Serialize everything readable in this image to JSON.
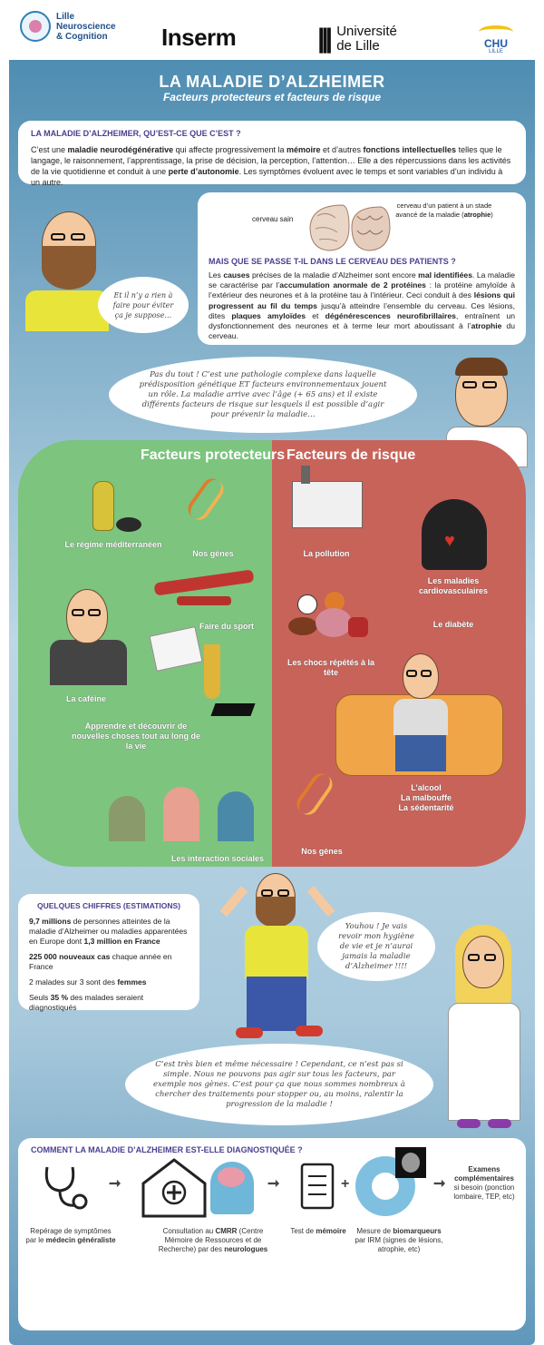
{
  "logos": {
    "lille_line1": "Lille",
    "lille_line2": "Neuroscience",
    "lille_line3": "& Cognition",
    "inserm": "Inserm",
    "ul_line1": "Université",
    "ul_line2": "de Lille",
    "chu": "CHU",
    "chu_sub": "LILLE"
  },
  "title": "LA MALADIE D’ALZHEIMER",
  "subtitle": "Facteurs protecteurs et facteurs de risque",
  "intro": {
    "heading": "LA MALADIE D’ALZHEIMER, QU’EST-CE QUE C’EST ?",
    "text_a": "C’est une ",
    "b1": "maladie neurodégénérative",
    "text_b": " qui affecte progressivement la ",
    "b2": "mémoire",
    "text_c": " et d’autres ",
    "b3": "fonctions intellectuelles",
    "text_d": " telles que le langage, le raisonnement, l’apprentissage, la prise de décision, la perception, l’attention… Elle a des répercussions dans les activités de la vie quotidienne et conduit à une ",
    "b4": "perte d’autonomie",
    "text_e": ". Les symptômes évoluent avec le temps et sont variables d’un individu à un autre."
  },
  "brain": {
    "healthy": "cerveau sain",
    "advanced": "cerveau d’un patient à un stade avancé de la maladie (",
    "atrophie": "atrophie",
    "close": ")"
  },
  "brain_card": {
    "heading": "MAIS QUE SE PASSE T-IL DANS LE CERVEAU DES PATIENTS ?",
    "t1": "Les ",
    "b1": "causes",
    "t2": " précises de la maladie d’Alzheimer sont encore ",
    "b2": "mal identifiées",
    "t3": ". La maladie se caractérise par l’",
    "b3": "accumulation anormale de 2 protéines",
    "t4": " : la protéine amyloïde à l’extérieur des neurones et à la protéine tau à l’intérieur. Ceci conduit à des ",
    "b4": "lésions qui progressent au fil du temps",
    "t5": " jusqu’à atteindre l’ensemble du cerveau. Ces lésions, dites ",
    "b5": "plaques amyloïdes",
    "t6": " et ",
    "b6": "dégénérescences neurofibrillaires",
    "t7": ", entraînent un dysfonctionnement des neurones et à terme leur mort aboutissant à l’",
    "b7": "atrophie",
    "t8": " du cerveau."
  },
  "bubbles": {
    "q1": "Et il n’y a rien à faire pour éviter ça je suppose…",
    "a1": "Pas du tout ! C’est une pathologie complexe dans laquelle prédisposition génétique ET facteurs environnementaux jouent un rôle. La maladie arrive avec l’âge (+ 65 ans) et il existe différents facteurs de risque sur lesquels il est possible d’agir pour prévenir la maladie…",
    "q2": "Youhou ! Je vais revoir mon hygiène de vie et je n’aurai jamais la maladie d’Alzheimer !!!!",
    "a2": "C’est très bien et même nécessaire ! Cependant, ce n’est pas si simple. Nous ne pouvons pas agir sur tous les facteurs, par exemple nos gènes. C’est pour ça que nous sommes nombreux à chercher des traitements pour stopper ou, au moins, ralentir la progression de la maladie !"
  },
  "factors": {
    "protective_title": "Facteurs protecteurs",
    "risk_title": "Facteurs de risque",
    "protective": {
      "diet": "Le régime méditerranéen",
      "genes": "Nos gènes",
      "sport": "Faire du sport",
      "caffeine": "La caféine",
      "learn": "Apprendre et découvrir de nouvelles choses tout au long de la vie",
      "social": "Les interaction sociales"
    },
    "risk": {
      "pollution": "La pollution",
      "cardio": "Les maladies cardiovasculaires",
      "diabetes": "Le diabète",
      "shocks": "Les chocs répétés à la tête",
      "alcohol": "L’alcool",
      "junk": "La malbouffe",
      "sedentary": "La sédentarité",
      "genes": "Nos gènes"
    }
  },
  "stats": {
    "heading": "QUELQUES CHIFFRES (ESTIMATIONS)",
    "s1_b": "9,7 millions",
    "s1_t": " de personnes atteintes de la maladie d’Alzheimer ou maladies apparentées en Europe dont ",
    "s1_b2": "1,3 million en France",
    "s2_b": "225 000 nouveaux cas",
    "s2_t": " chaque année en France",
    "s3_t": "2 malades sur 3 sont des ",
    "s3_b": "femmes",
    "s4_t": "Seuls ",
    "s4_b": "35 %",
    "s4_t2": " des malades seraient diagnostiqués"
  },
  "diagnosis": {
    "heading": "COMMENT LA MALADIE D’ALZHEIMER EST-ELLE DIAGNOSTIQUÉE ?",
    "step1_t": "Repérage de symptômes par le ",
    "step1_b": "médecin généraliste",
    "step2_t": "Consultation au ",
    "step2_b": "CMRR",
    "step2_t2": " (Centre Mémoire de Ressources et de Recherche) par des ",
    "step2_b2": "neurologues",
    "step3_t": "Test de ",
    "step3_b": "mémoire",
    "plus": "+",
    "step4_t": "Mesure de ",
    "step4_b": "biomarqueurs",
    "step4_t2": " par IRM (signes de lésions, atrophie, etc)",
    "step5_b": "Examens complémentaires",
    "step5_t": " si besoin (ponction lombaire, TEP, etc)"
  }
}
